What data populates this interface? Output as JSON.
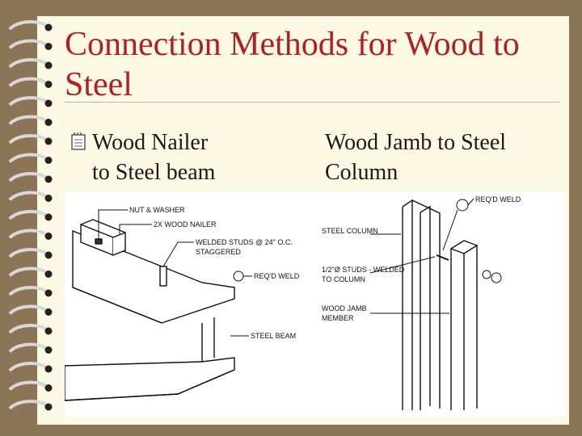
{
  "slide": {
    "title": "Connection Methods for Wood to Steel",
    "bullets": {
      "left_line1": "Wood Nailer",
      "left_line2": "to Steel beam",
      "right_line1": "Wood Jamb to Steel",
      "right_line2": "Column"
    }
  },
  "drawings": {
    "left": {
      "labels": [
        "NUT & WASHER",
        "2X WOOD NAILER",
        "WELDED STUDS @ 24\" O.C.",
        "STAGGERED",
        "REQ'D WELD",
        "STEEL BEAM"
      ]
    },
    "right": {
      "labels": [
        "REQ'D WELD",
        "STEEL COLUMN",
        "1/2\"Ø STUDS - WELDED",
        "TO COLUMN",
        "WOOD JAMB",
        "MEMBER"
      ]
    }
  }
}
